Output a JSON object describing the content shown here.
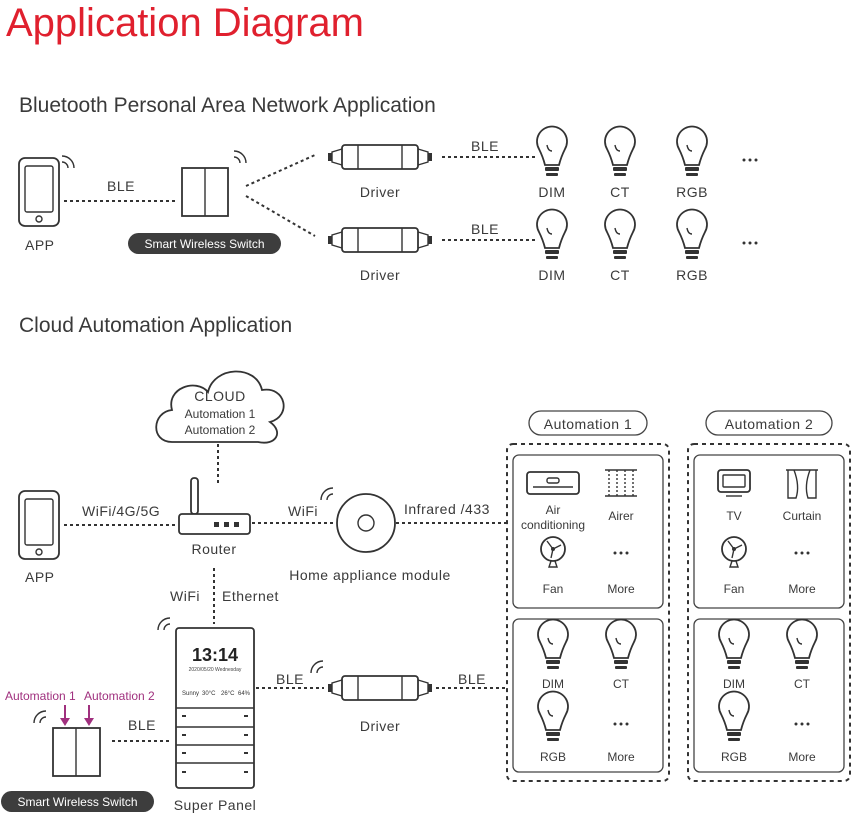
{
  "title": "Application Diagram",
  "sections": {
    "ble": {
      "heading": "Bluetooth Personal Area Network Application",
      "app_label": "APP",
      "link_label": "BLE",
      "switch_label": "Smart Wireless Switch",
      "drivers": [
        {
          "label": "Driver",
          "link_label": "BLE",
          "bulbs": [
            "DIM",
            "CT",
            "RGB"
          ],
          "more": "..."
        },
        {
          "label": "Driver",
          "link_label": "BLE",
          "bulbs": [
            "DIM",
            "CT",
            "RGB"
          ],
          "more": "..."
        }
      ]
    },
    "cloud": {
      "heading": "Cloud Automation Application",
      "cloud": {
        "label": "CLOUD",
        "lines": [
          "Automation 1",
          "Automation 2"
        ]
      },
      "app_label": "APP",
      "app_link": "WiFi/4G/5G",
      "router_label": "Router",
      "router_wifi": "WiFi",
      "module_label": "Home appliance module",
      "module_link": "Infrared /433",
      "uplink_wifi": "WiFi",
      "uplink_ethernet": "Ethernet",
      "panel": {
        "label": "Super Panel",
        "time": "13:14",
        "date": "2020/05/20  Wednesday",
        "weather": "Sunny",
        "stats": [
          "30°C",
          "26°C",
          "64%"
        ]
      },
      "panel_left_link": "BLE",
      "panel_right_link": "BLE",
      "driver_label": "Driver",
      "driver_link": "BLE",
      "switch_label": "Smart Wireless Switch",
      "switch_automations": [
        "Automation 1",
        "Automation 2"
      ],
      "groups": [
        {
          "title": "Automation 1",
          "appliances": [
            "Air conditioning",
            "Airer",
            "Fan",
            "More"
          ],
          "lights": [
            "DIM",
            "CT",
            "RGB",
            "More"
          ]
        },
        {
          "title": "Automation 2",
          "appliances": [
            "TV",
            "Curtain",
            "Fan",
            "More"
          ],
          "lights": [
            "DIM",
            "CT",
            "RGB",
            "More"
          ]
        }
      ],
      "more_symbol": "..."
    }
  },
  "colors": {
    "title": "#e0202e",
    "automation": "#a0307e",
    "pill": "#3d3d3d"
  }
}
